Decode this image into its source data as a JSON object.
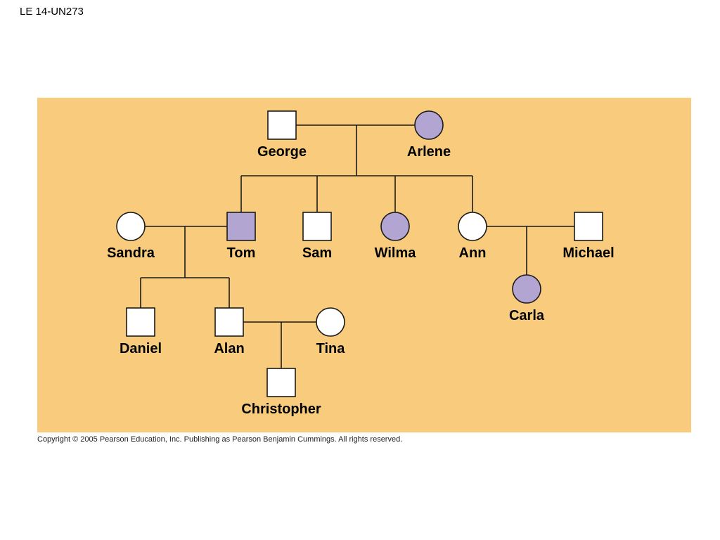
{
  "slide": {
    "title": "LE 14-UN273",
    "copyright": "Copyright ©  2005 Pearson Education, Inc. Publishing as Pearson Benjamin Cummings. All rights reserved."
  },
  "colors": {
    "background": "#f9cc7d",
    "affected": "#b3a5d2",
    "unaffected": "#ffffff",
    "line": "#1a1a1a"
  },
  "pedigree": {
    "individuals": [
      {
        "id": "george",
        "name": "George",
        "sex": "male",
        "affected": false,
        "generation": 1
      },
      {
        "id": "arlene",
        "name": "Arlene",
        "sex": "female",
        "affected": true,
        "generation": 1
      },
      {
        "id": "sandra",
        "name": "Sandra",
        "sex": "female",
        "affected": false,
        "generation": 2
      },
      {
        "id": "tom",
        "name": "Tom",
        "sex": "male",
        "affected": true,
        "generation": 2
      },
      {
        "id": "sam",
        "name": "Sam",
        "sex": "male",
        "affected": false,
        "generation": 2
      },
      {
        "id": "wilma",
        "name": "Wilma",
        "sex": "female",
        "affected": true,
        "generation": 2
      },
      {
        "id": "ann",
        "name": "Ann",
        "sex": "female",
        "affected": false,
        "generation": 2
      },
      {
        "id": "michael",
        "name": "Michael",
        "sex": "male",
        "affected": false,
        "generation": 2
      },
      {
        "id": "daniel",
        "name": "Daniel",
        "sex": "male",
        "affected": false,
        "generation": 3
      },
      {
        "id": "alan",
        "name": "Alan",
        "sex": "male",
        "affected": false,
        "generation": 3
      },
      {
        "id": "tina",
        "name": "Tina",
        "sex": "female",
        "affected": false,
        "generation": 3
      },
      {
        "id": "carla",
        "name": "Carla",
        "sex": "female",
        "affected": true,
        "generation": 3
      },
      {
        "id": "christopher",
        "name": "Christopher",
        "sex": "male",
        "affected": false,
        "generation": 4
      }
    ],
    "matings": [
      {
        "partners": [
          "george",
          "arlene"
        ],
        "children": [
          "tom",
          "sam",
          "wilma",
          "ann"
        ]
      },
      {
        "partners": [
          "sandra",
          "tom"
        ],
        "children": [
          "daniel",
          "alan"
        ]
      },
      {
        "partners": [
          "ann",
          "michael"
        ],
        "children": [
          "carla"
        ]
      },
      {
        "partners": [
          "alan",
          "tina"
        ],
        "children": [
          "christopher"
        ]
      }
    ]
  }
}
